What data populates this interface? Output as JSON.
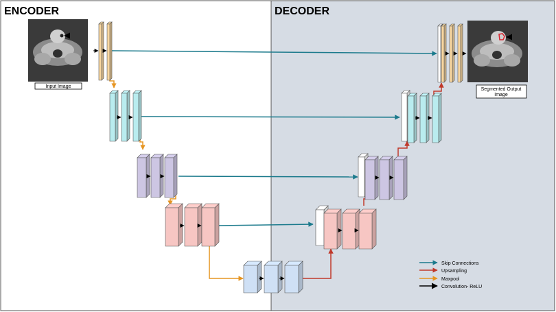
{
  "sections": {
    "encoder_title": "ENCODER",
    "decoder_title": "DECODER"
  },
  "images": {
    "input_caption": "Input Image",
    "output_caption_line1": "Segmented Output",
    "output_caption_line2": "Image"
  },
  "legend": {
    "items": [
      {
        "label": "Skip Connections",
        "color": "#1b7a8c"
      },
      {
        "label": "Upsampling",
        "color": "#c0392b"
      },
      {
        "label": "Maxpool",
        "color": "#e69522"
      },
      {
        "label": "Convolution- ReLU",
        "color": "#000000"
      }
    ]
  },
  "colors": {
    "decoder_background": "#d6dce4",
    "level1": "#f9d7a0",
    "level2": "#b9ecef",
    "level3": "#cdc6e3",
    "level4": "#f7c6c3",
    "bottleneck": "#cfe0f5",
    "skip_arrow": "#1b7a8c",
    "upsample_arrow": "#c0392b",
    "maxpool_arrow": "#e69522"
  }
}
